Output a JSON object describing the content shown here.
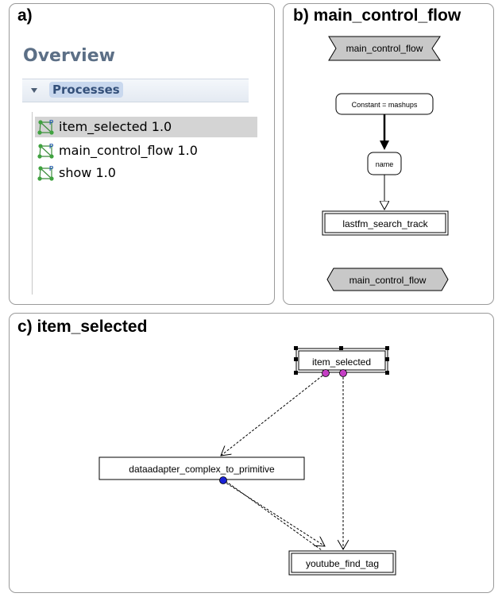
{
  "panels": {
    "a": {
      "label": "a)",
      "overview_title": "Overview",
      "section_label": "Processes",
      "items": [
        {
          "label": "item_selected 1.0",
          "selected": true
        },
        {
          "label": "main_control_flow 1.0",
          "selected": false
        },
        {
          "label": "show 1.0",
          "selected": false
        }
      ]
    },
    "b": {
      "label": "b) main_control_flow",
      "start_node": "main_control_flow",
      "constant_node": "Constant = mashups",
      "name_node": "name",
      "service_node": "lastfm_search_track",
      "end_node": "main_control_flow"
    },
    "c": {
      "label": "c) item_selected",
      "event_node": "item_selected",
      "adapter_node": "dataadapter_complex_to_primitive",
      "target_node": "youtube_find_tag"
    }
  },
  "colors": {
    "port_magenta": "#c43fc4",
    "port_blue": "#1a22d6",
    "flow_node_fill": "#c8c8c8",
    "overview_title": "#5c6f86"
  }
}
